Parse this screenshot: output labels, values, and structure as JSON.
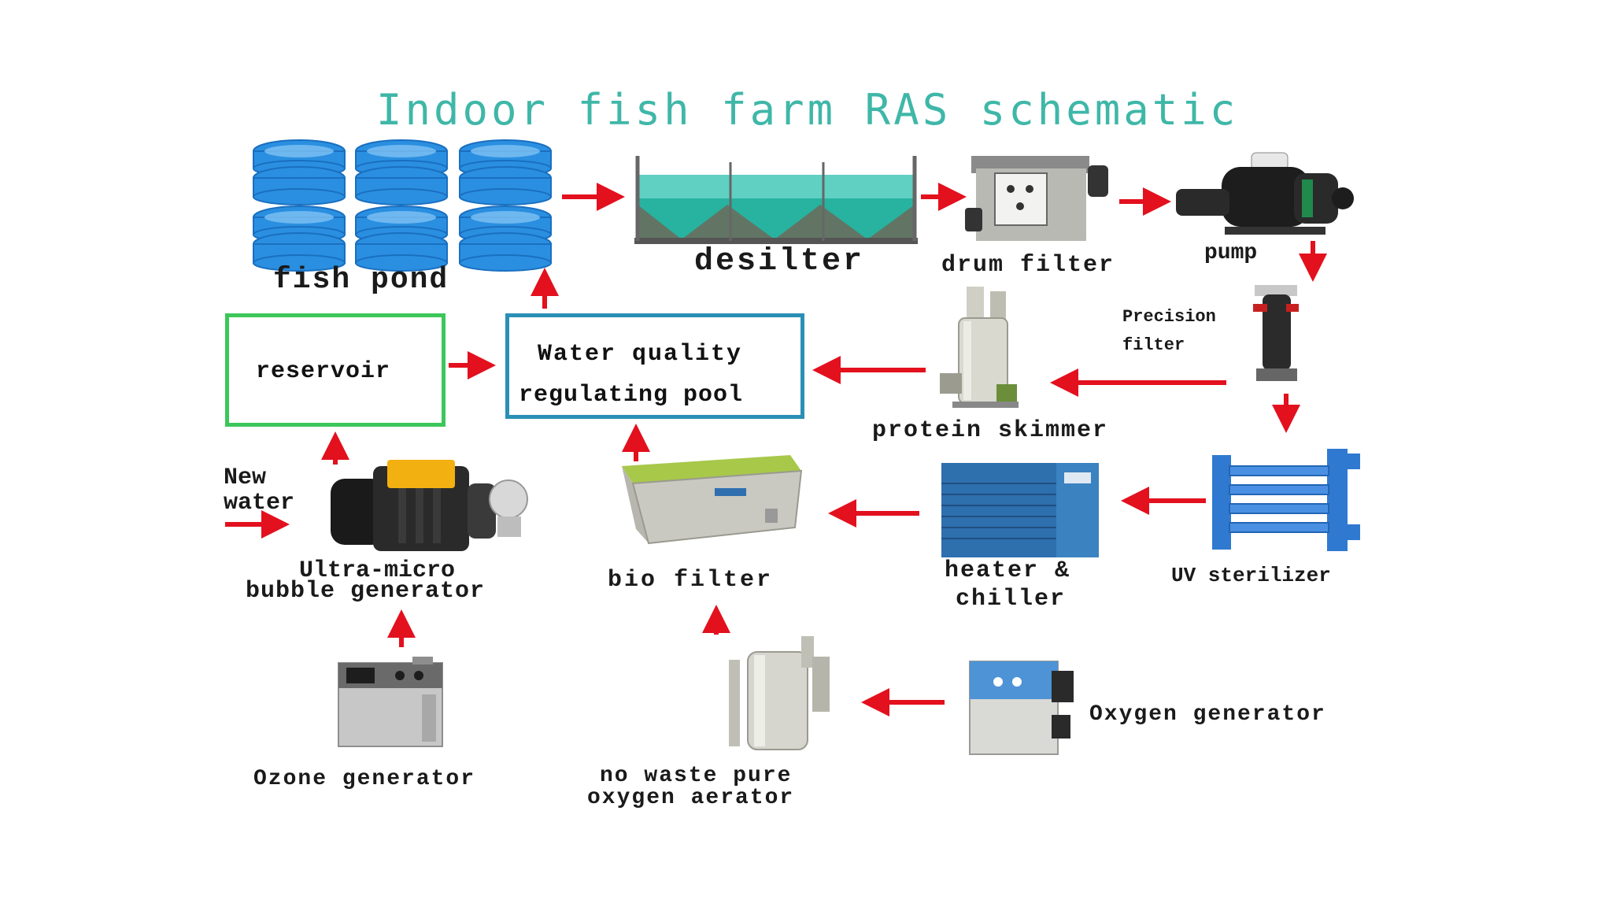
{
  "title": "Indoor fish farm RAS schematic",
  "labels": {
    "fish_pond": "fish pond",
    "desilter": "desilter",
    "drum_filter": "drum filter",
    "pump": "pump",
    "precision_filter_line1": "Precision",
    "precision_filter_line2": "filter",
    "protein_skimmer": "protein skimmer",
    "reservoir": "reservoir",
    "water_quality_line1": "Water quality",
    "water_quality_line2": "regulating pool",
    "new_water_line1": "New",
    "new_water_line2": "water",
    "bubble_gen_line1": "Ultra-micro",
    "bubble_gen_line2": "bubble generator",
    "bio_filter": "bio filter",
    "heater_line1": "heater &",
    "heater_line2": "chiller",
    "uv_sterilizer": "UV sterilizer",
    "ozone_generator": "Ozone generator",
    "aerator_line1": "no waste pure",
    "aerator_line2": "oxygen aerator",
    "oxygen_generator": "Oxygen generator"
  },
  "colors": {
    "title": "#3fb7a8",
    "arrow": "#e3101e",
    "reservoir_border": "#3cc75a",
    "pool_border": "#2a8fb5",
    "tank_blue": "#2a8fe0"
  },
  "icons": [
    "fish-tank-icon",
    "desilter-tank-icon",
    "drum-filter-icon",
    "pump-icon",
    "precision-filter-icon",
    "protein-skimmer-icon",
    "uv-sterilizer-icon",
    "chiller-icon",
    "bio-filter-icon",
    "bubble-generator-icon",
    "ozone-generator-icon",
    "aerator-icon",
    "oxygen-generator-icon"
  ]
}
